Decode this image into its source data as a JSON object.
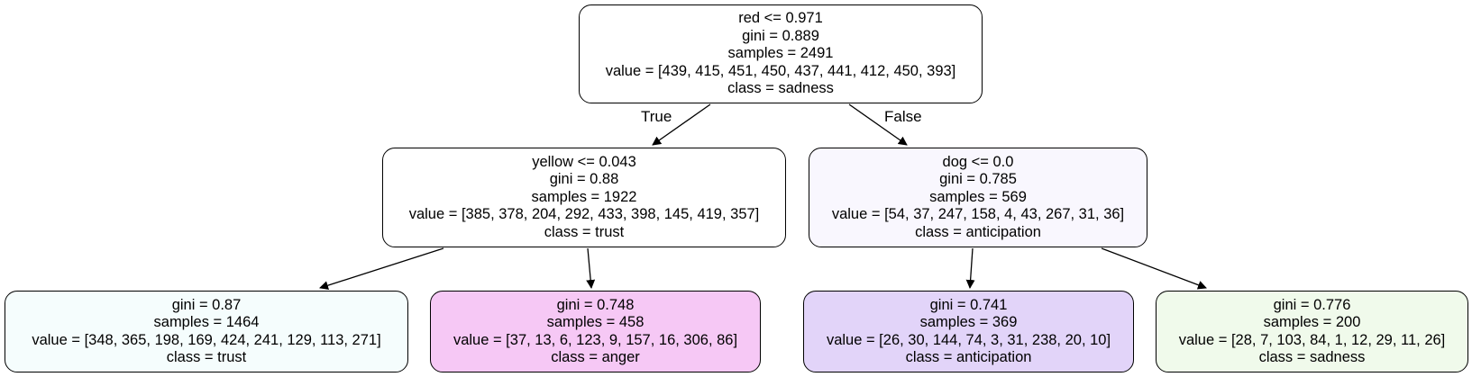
{
  "tree": {
    "root": {
      "lines": [
        "red <= 0.971",
        "gini = 0.889",
        "samples = 2491",
        "value = [439, 415, 451, 450, 437, 441, 412, 450, 393]",
        "class = sadness"
      ],
      "fill": "#ffffff"
    },
    "left": {
      "lines": [
        "yellow <= 0.043",
        "gini = 0.88",
        "samples = 1922",
        "value = [385, 378, 204, 292, 433, 398, 145, 419, 357]",
        "class = trust"
      ],
      "fill": "#ffffff"
    },
    "right": {
      "lines": [
        "dog <= 0.0",
        "gini = 0.785",
        "samples = 569",
        "value = [54, 37, 247, 158, 4, 43, 267, 31, 36]",
        "class = anticipation"
      ],
      "fill": "#f9f7fe"
    },
    "left_left": {
      "lines": [
        "gini = 0.87",
        "samples = 1464",
        "value = [348, 365, 198, 169, 424, 241, 129, 113, 271]",
        "class = trust"
      ],
      "fill": "#f5fdfd"
    },
    "left_right": {
      "lines": [
        "gini = 0.748",
        "samples = 458",
        "value = [37, 13, 6, 123, 9, 157, 16, 306, 86]",
        "class = anger"
      ],
      "fill": "#f6c8f5"
    },
    "right_left": {
      "lines": [
        "gini = 0.741",
        "samples = 369",
        "value = [26, 30, 144, 74, 3, 31, 238, 20, 10]",
        "class = anticipation"
      ],
      "fill": "#e2d4f9"
    },
    "right_right": {
      "lines": [
        "gini = 0.776",
        "samples = 200",
        "value = [28, 7, 103, 84, 1, 12, 29, 11, 26]",
        "class = sadness"
      ],
      "fill": "#f0faeb"
    }
  },
  "edge_labels": {
    "true": "True",
    "false": "False"
  }
}
